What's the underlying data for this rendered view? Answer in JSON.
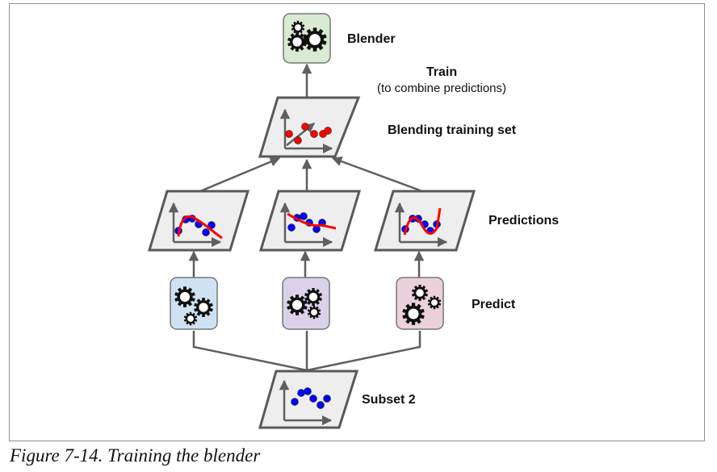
{
  "figure": {
    "caption": "Figure 7-14. Training the blender"
  },
  "labels": {
    "blender": "Blender",
    "train": "Train",
    "train_note": "(to combine predictions)",
    "blending_training_set": "Blending training set",
    "predictions": "Predictions",
    "predict": "Predict",
    "subset": "Subset 2"
  },
  "colors": {
    "blender_box": "#d9ead3",
    "predictor_boxes": [
      "#cfe2f3",
      "#d9d2e9",
      "#ead1dc"
    ],
    "panel_fill": "#eeeeee",
    "stroke": "#595959",
    "point_blue": "#0000ff",
    "point_red": "#ff0000",
    "curve": "#ff0000"
  },
  "nodes": {
    "blender": {
      "icon": "gears-icon"
    },
    "blending_set": {
      "icon": "scatter-plot-icon",
      "point_color": "red"
    },
    "predictions": [
      {
        "icon": "fit-curve-plot-icon",
        "curve": "rise-then-fall"
      },
      {
        "icon": "fit-curve-plot-icon",
        "curve": "decreasing"
      },
      {
        "icon": "fit-curve-plot-icon",
        "curve": "wave"
      }
    ],
    "predictors": [
      {
        "icon": "gears-icon"
      },
      {
        "icon": "gears-icon"
      },
      {
        "icon": "gears-icon"
      }
    ],
    "subset": {
      "icon": "scatter-plot-icon",
      "point_color": "blue"
    }
  }
}
